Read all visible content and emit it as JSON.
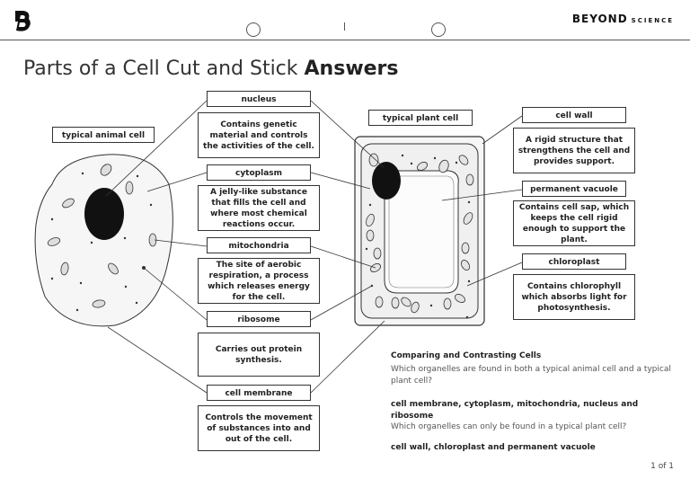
{
  "header": {
    "brand": "BEYOND",
    "brand_sub": "SCIENCE"
  },
  "title": {
    "main": "Parts of a Cell Cut and Stick",
    "emphasis": "Answers"
  },
  "labels": {
    "typical_animal_cell": "typical animal cell",
    "typical_plant_cell": "typical plant cell",
    "nucleus": "nucleus",
    "cytoplasm": "cytoplasm",
    "mitochondria": "mitochondria",
    "ribosome": "ribosome",
    "cell_membrane": "cell membrane",
    "cell_wall": "cell wall",
    "permanent_vacuole": "permanent vacuole",
    "chloroplast": "chloroplast"
  },
  "descriptions": {
    "nucleus": "Contains genetic material and controls the activities of the cell.",
    "cytoplasm": "A jelly-like substance that fills the cell and where most chemical reactions occur.",
    "mitochondria": "The site of aerobic respiration, a process which releases energy for the cell.",
    "ribosome": "Carries out protein synthesis.",
    "cell_membrane": "Controls the movement of substances into and out of the cell.",
    "cell_wall": "A rigid structure that strengthens the cell and provides support.",
    "permanent_vacuole": "Contains cell sap, which keeps the cell rigid enough to support the plant.",
    "chloroplast": "Contains chlorophyll which absorbs light for photosynthesis."
  },
  "questions": {
    "heading": "Comparing and Contrasting Cells",
    "q1": "Which organelles are found in both a typical animal cell and a typical plant cell?",
    "a1": "cell membrane, cytoplasm, mitochondria, nucleus and ribosome",
    "q2": "Which organelles can only be found in a typical plant cell?",
    "a2": "cell wall, chloroplast and permanent vacuole"
  },
  "footer": {
    "page": "1 of 1"
  }
}
